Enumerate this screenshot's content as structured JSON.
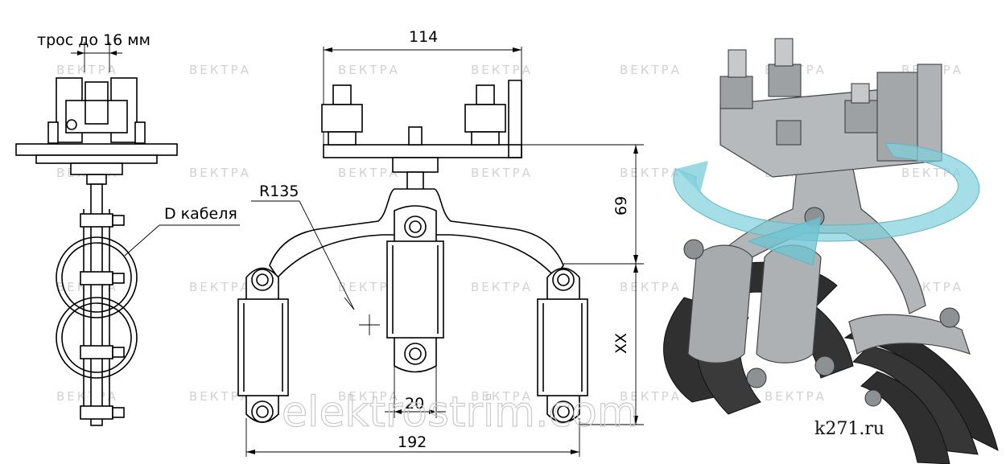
{
  "labels": {
    "cable": "трос до 16 мм",
    "diameter": "D кабеля",
    "radius": "R135",
    "width_top": "114",
    "height_upper": "69",
    "height_lower": "XX",
    "clamp_width": "20",
    "width_bottom": "192"
  },
  "watermark": "ВЕКТРА",
  "center_watermark": "elektrostrim.com",
  "site_label": "k271.ru",
  "colors": {
    "line": "#000000",
    "watermark": "#d2d2d2",
    "rotation_arrow": "#7fd0dc",
    "metal": "#a9acae",
    "cable": "#2e2e2e"
  }
}
